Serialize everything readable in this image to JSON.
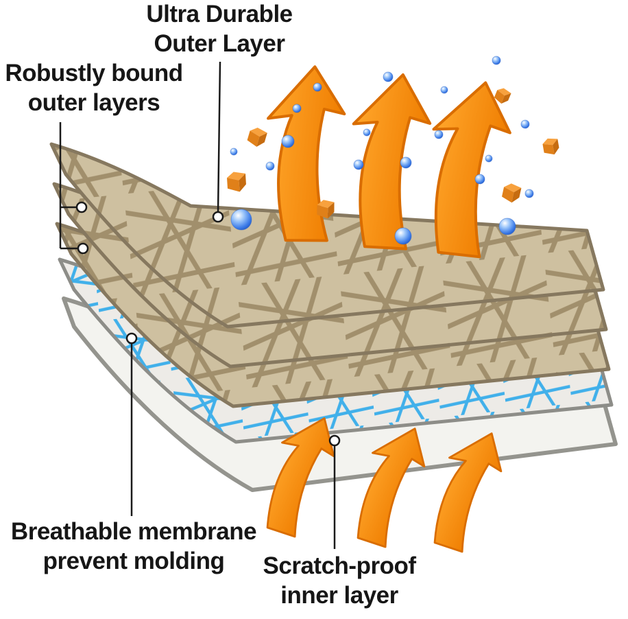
{
  "figure_type": "fabric-layers-feature-diagram",
  "labels": {
    "outer_layer": {
      "line1": "Ultra Durable",
      "line2": "Outer Layer"
    },
    "bound_layers": {
      "line1": "Robustly bound",
      "line2": "outer layers"
    },
    "membrane": {
      "line1": "Breathable membrane",
      "line2": "prevent molding"
    },
    "inner_layer": {
      "line1": "Scratch-proof",
      "line2": "inner layer"
    }
  },
  "colors": {
    "label_text": "#161616",
    "fabric_tan": "#cec0a0",
    "fabric_line": "#9c8a66",
    "sheet_edge": "#86785f",
    "membrane_base": "#edebe7",
    "membrane_blue": "#41b0ea",
    "membrane_edge": "#8d8d88",
    "inner_white": "#f3f3ef",
    "inner_edge": "#94948e",
    "arrow_orange": "#f78c1e",
    "arrow_edge": "#d96d00",
    "droplet_blue": "#3d7ce8",
    "cube_orange": "#e08019",
    "leader_line": "#1a1a1a"
  }
}
